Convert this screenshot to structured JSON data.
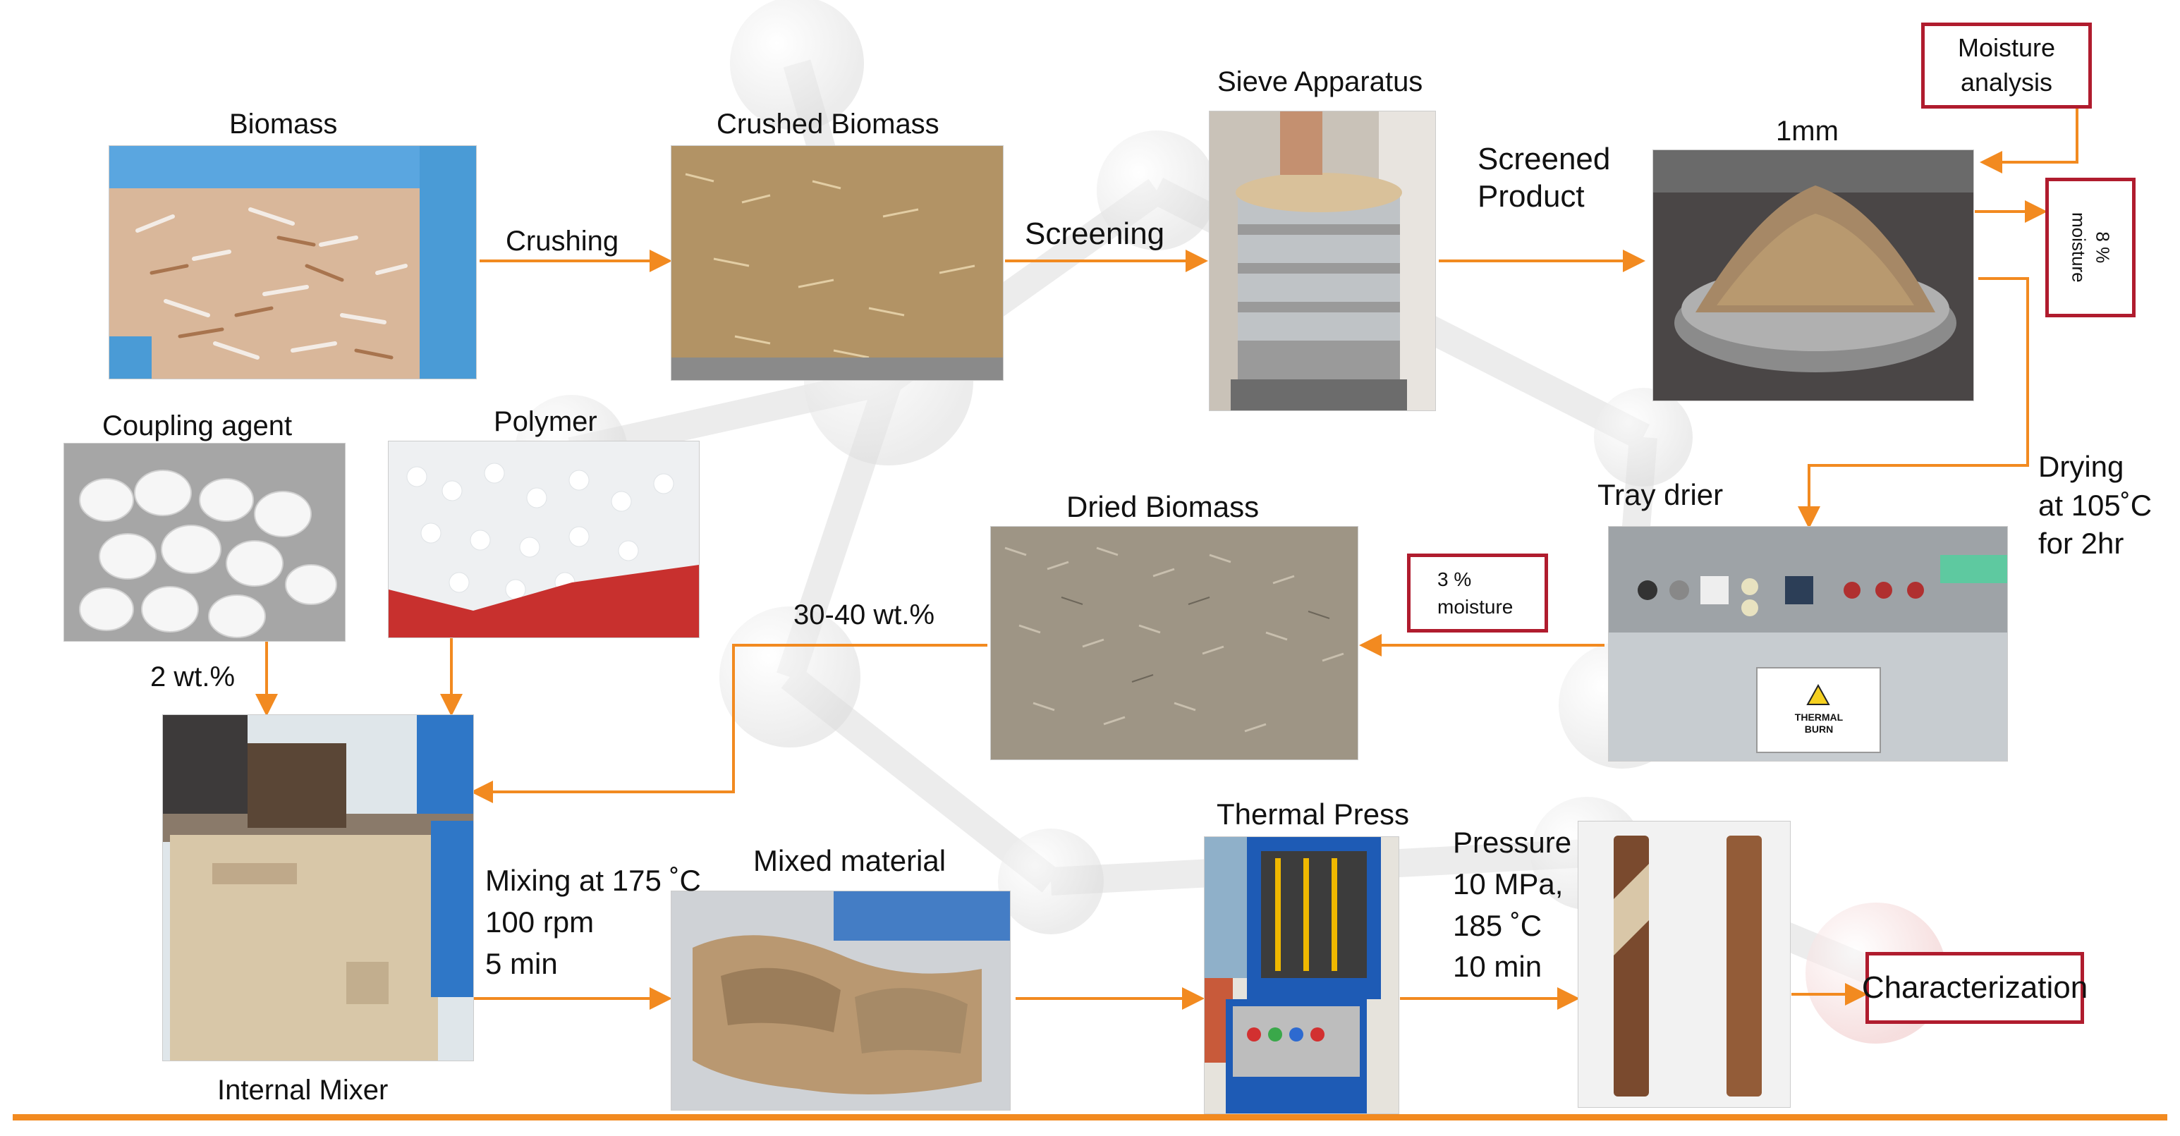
{
  "labels": {
    "biomass": "Biomass",
    "crushed": "Crushed Biomass",
    "sieve": "Sieve Apparatus",
    "mm": "1mm",
    "crushing": "Crushing",
    "screening": "Screening",
    "screened_l1": "Screened",
    "screened_l2": "Product",
    "moisture_analysis_l1": "Moisture",
    "moisture_analysis_l2": "analysis",
    "eight_pct_l1": "8 %",
    "eight_pct_l2": "moisture",
    "coupling": "Coupling agent",
    "polymer": "Polymer",
    "dried": "Dried Biomass",
    "tray": "Tray drier",
    "drying_l1": "Drying",
    "drying_l2": "at 105˚C",
    "drying_l3": "for 2hr",
    "three_pct_l1": "3 %",
    "three_pct_l2": "moisture",
    "wt_range": "30-40 wt.%",
    "wt2": "2 wt.%",
    "mixing_l1": "Mixing at 175 ˚C",
    "mixing_l2": "100 rpm",
    "mixing_l3": "5 min",
    "mixed": "Mixed material",
    "thermal": "Thermal Press",
    "pressure_l1": "Pressure",
    "pressure_l2": "10 MPa,",
    "pressure_l3": "185 ˚C",
    "pressure_l4": "10 min",
    "internal": "Internal Mixer",
    "characterization": "Characterization",
    "thermal_burn_l1": "THERMAL",
    "thermal_burn_l2": "BURN"
  },
  "colors": {
    "arrow": "#f28a20",
    "box_border": "#b01c2e"
  }
}
